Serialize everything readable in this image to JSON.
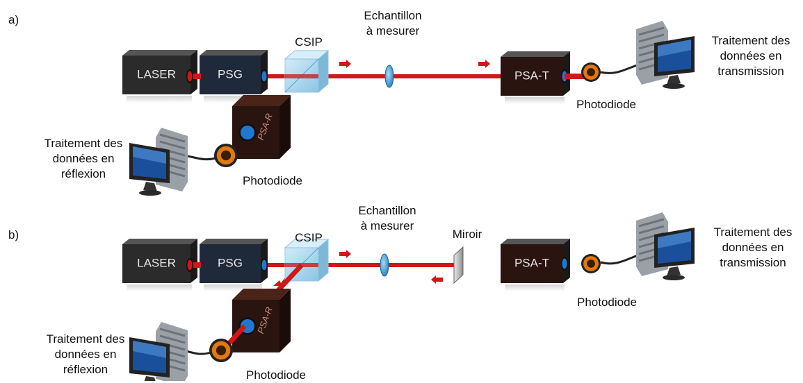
{
  "panels": [
    {
      "tag": "a)",
      "device_labels": {
        "laser": "LASER",
        "psg": "PSG",
        "psa_t": "PSA-T",
        "psa_r": "PSA-R"
      },
      "csip": "CSIP",
      "sample": "Echantillon\nà mesurer",
      "photodiode_t": "Photodiode",
      "photodiode_r": "Photodiode",
      "transmission_text": "Traitement des\ndonnées en\ntransmission",
      "reflection_text": "Traitement des\ndonnées en\nréflexion"
    },
    {
      "tag": "b)",
      "device_labels": {
        "laser": "LASER",
        "psg": "PSG",
        "psa_t": "PSA-T",
        "psa_r": "PSA-R"
      },
      "csip": "CSIP",
      "sample": "Echantillon\nà mesurer",
      "mirror": "Miroir",
      "photodiode_t": "Photodiode",
      "photodiode_r": "Photodiode",
      "transmission_text": "Traitement des\ndonnées en\ntransmission",
      "reflection_text": "Traitement des\ndonnées en\nréflexion"
    }
  ],
  "colors": {
    "beam": "#d01818",
    "box_dark": "#2b2b2b",
    "psg_box": "#1e2a3a",
    "psa_box": "#2a1410",
    "csip_glass": "#9fd3ee",
    "lens": "#3aa0d8",
    "photodiode": "#e07a10",
    "screen": "#1a4f9c"
  }
}
